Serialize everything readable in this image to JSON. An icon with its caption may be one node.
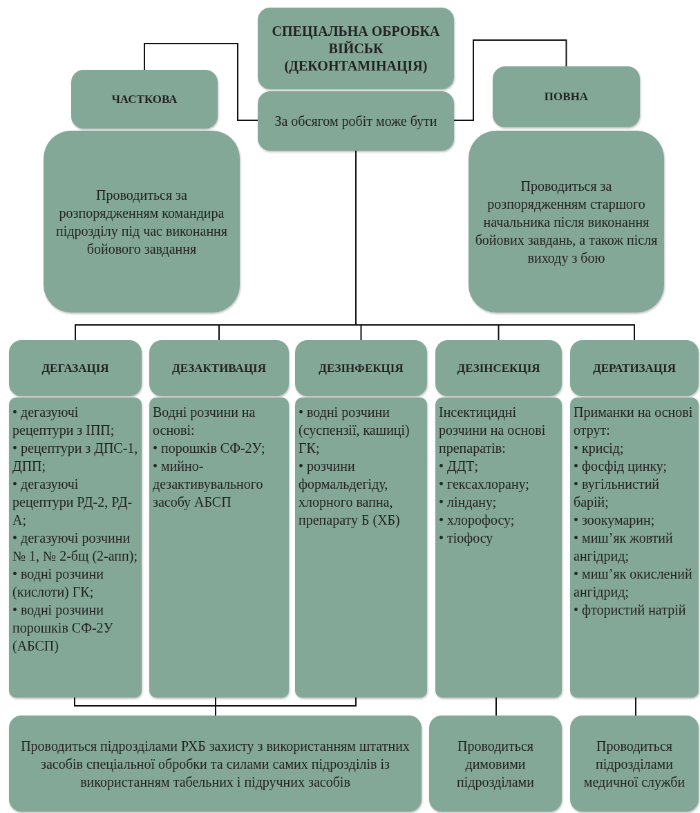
{
  "diagram": {
    "nodes": [
      {
        "text": [
          "СПЕЦІАЛЬНА ОБРОБКА ВІЙСЬК (ДЕКОНТАМІНАЦІЯ)"
        ]
      },
      {
        "text": [
          "За обсягом робіт може бути"
        ]
      },
      {
        "text": [
          "ЧАСТКОВА"
        ]
      },
      {
        "text": [
          "Проводиться за розпорядженням командира підрозділу під час виконання бойового завдання"
        ]
      },
      {
        "text": [
          "ПОВНА"
        ]
      },
      {
        "text": [
          "Проводиться за розпорядженням старшого начальника після виконання бойових завдань, а також після виходу з бою"
        ]
      },
      {
        "text": [
          "ДЕГАЗАЦІЯ"
        ]
      },
      {
        "text": [
          "ДЕЗАКТИВАЦІЯ"
        ]
      },
      {
        "text": [
          "ДЕЗІНФЕКЦІЯ"
        ]
      },
      {
        "text": [
          "ДЕЗІНСЕКЦІЯ"
        ]
      },
      {
        "text": [
          "ДЕРАТИЗАЦІЯ"
        ]
      },
      {
        "text": [
          "• дегазуючі рецептури з ІПП;",
          "• рецептури з ДПС-1, ДПП;",
          "• дегазуючі рецептури РД-2, РД-А;",
          "• дегазуючі розчини № 1, № 2-бщ (2-апп);",
          "• водні розчини (кислоти) ГК;",
          "• водні розчини порошків СФ-2У (АБСП)"
        ]
      },
      {
        "text": [
          "Водні розчини на основі:",
          "• порошків СФ-2У;",
          "• мийно-дезактивувального засобу АБСП"
        ]
      },
      {
        "text": [
          "• водні розчини (суспензії, кашиці) ГК;",
          "• розчини формальдегіду, хлорного вапна, препарату Б (ХБ)"
        ]
      },
      {
        "text": [
          "Інсектицидні розчини на основі препаратів:",
          "• ДДТ;",
          "• гексахлорану;",
          "• ліндану;",
          "• хлорофосу;",
          "• тіофосу"
        ]
      },
      {
        "text": [
          "Приманки на основі отрут:",
          "• крисід;",
          "• фосфід цинку;",
          "• вугільнистий барій;",
          "• зоокумарин;",
          "• миш’як жовтий ангідрид;",
          "• миш’як окислений ангідрид;",
          "• фтористий натрій"
        ]
      },
      {
        "text": [
          "Проводиться підрозділами РХБ захисту з використанням штатних засобів спеціальної обробки та силами самих підрозділів із використанням табельних і підручних засобів"
        ]
      },
      {
        "text": [
          "Проводиться димовими підрозділами"
        ]
      },
      {
        "text": [
          "Проводиться підрозділами медичної служби"
        ]
      }
    ],
    "edges": [
      {
        "from": 1,
        "to": 2,
        "arrow": "none"
      },
      {
        "from": 1,
        "to": 4,
        "arrow": "none"
      },
      {
        "from": 1,
        "to": 6,
        "arrow": "none"
      },
      {
        "from": 1,
        "to": 7,
        "arrow": "none"
      },
      {
        "from": 1,
        "to": 8,
        "arrow": "none"
      },
      {
        "from": 1,
        "to": 9,
        "arrow": "none"
      },
      {
        "from": 1,
        "to": 10,
        "arrow": "none"
      },
      {
        "from": 11,
        "to": 16,
        "arrow": "none"
      },
      {
        "from": 12,
        "to": 16,
        "arrow": "none"
      },
      {
        "from": 13,
        "to": 16,
        "arrow": "none"
      },
      {
        "from": 14,
        "to": 17,
        "arrow": "none"
      },
      {
        "from": 15,
        "to": 18,
        "arrow": "none"
      }
    ]
  }
}
